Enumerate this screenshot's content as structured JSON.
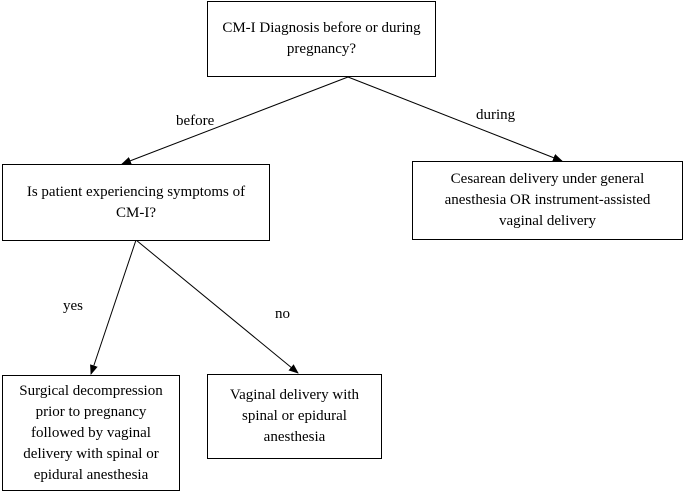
{
  "nodes": {
    "root": "CM-I Diagnosis before or during pregnancy?",
    "symptoms": "Is patient experiencing symptoms of CM-I?",
    "cesarean": "Cesarean delivery under general anesthesia OR instrument-assisted vaginal delivery",
    "surgical": "Surgical decompression prior to pregnancy followed by vaginal delivery with spinal or epidural anesthesia",
    "vaginal": "Vaginal delivery with spinal or epidural anesthesia"
  },
  "edge_labels": {
    "before": "before",
    "during": "during",
    "yes": "yes",
    "no": "no"
  }
}
